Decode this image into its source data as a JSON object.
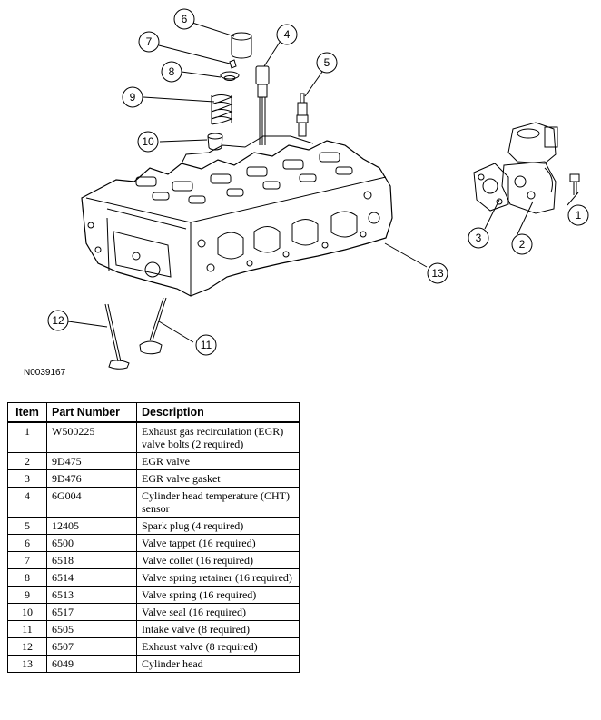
{
  "figure_id": "N0039167",
  "callouts": [
    "1",
    "2",
    "3",
    "4",
    "5",
    "6",
    "7",
    "8",
    "9",
    "10",
    "11",
    "12",
    "13"
  ],
  "table": {
    "headers": [
      "Item",
      "Part Number",
      "Description"
    ],
    "rows": [
      {
        "item": "1",
        "part": "W500225",
        "desc": "Exhaust gas recirculation (EGR) valve bolts (2 required)"
      },
      {
        "item": "2",
        "part": "9D475",
        "desc": "EGR valve"
      },
      {
        "item": "3",
        "part": "9D476",
        "desc": "EGR valve gasket"
      },
      {
        "item": "4",
        "part": "6G004",
        "desc": "Cylinder head temperature (CHT) sensor"
      },
      {
        "item": "5",
        "part": "12405",
        "desc": "Spark plug (4 required)"
      },
      {
        "item": "6",
        "part": "6500",
        "desc": "Valve tappet (16 required)"
      },
      {
        "item": "7",
        "part": "6518",
        "desc": "Valve collet (16 required)"
      },
      {
        "item": "8",
        "part": "6514",
        "desc": "Valve spring retainer (16 required)"
      },
      {
        "item": "9",
        "part": "6513",
        "desc": "Valve spring (16 required)"
      },
      {
        "item": "10",
        "part": "6517",
        "desc": "Valve seal (16 required)"
      },
      {
        "item": "11",
        "part": "6505",
        "desc": "Intake valve (8 required)"
      },
      {
        "item": "12",
        "part": "6507",
        "desc": "Exhaust valve (8 required)"
      },
      {
        "item": "13",
        "part": "6049",
        "desc": "Cylinder head"
      }
    ]
  }
}
